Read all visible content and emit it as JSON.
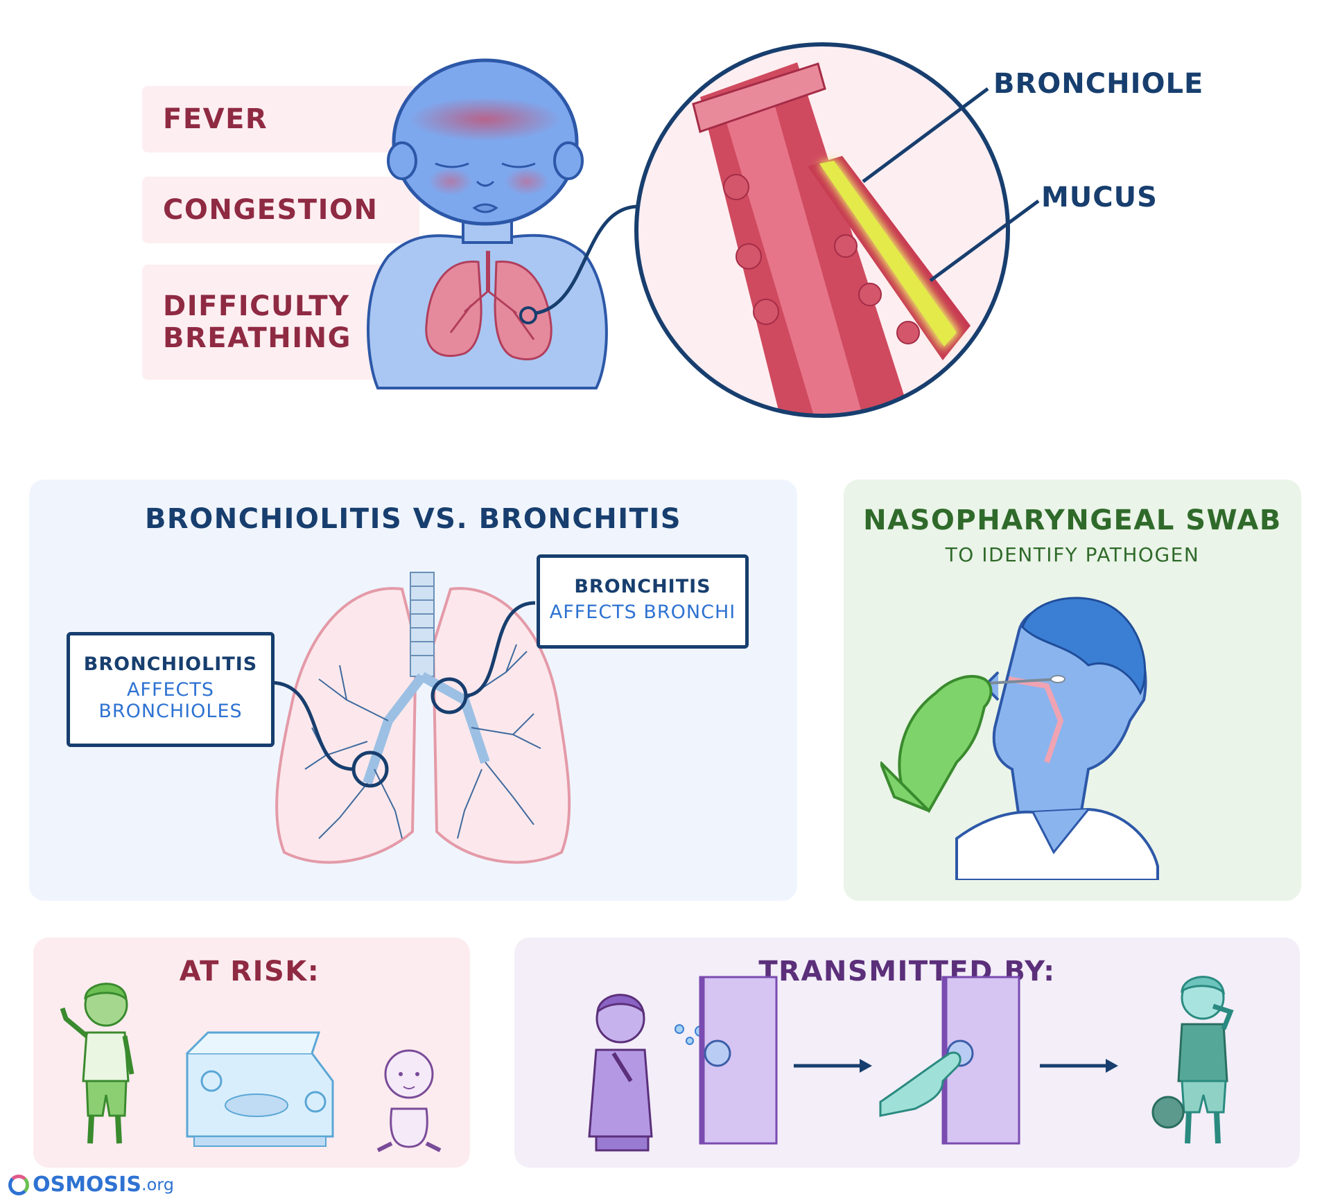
{
  "symptoms": {
    "fever": "FEVER",
    "congestion": "CONGESTION",
    "difficulty_line1": "DIFFICULTY",
    "difficulty_line2": "BREATHING"
  },
  "zoom_labels": {
    "bronchiole": "BRONCHIOLE",
    "mucus": "MUCUS"
  },
  "comparison_panel": {
    "title": "BRONCHIOLITIS VS. BRONCHITIS",
    "bronchiolitis": {
      "name": "BRONCHIOLITIS",
      "line1": "AFFECTS",
      "line2": "BRONCHIOLES"
    },
    "bronchitis": {
      "name": "BRONCHITIS",
      "line1": "AFFECTS BRONCHI"
    }
  },
  "swab_panel": {
    "title": "NASOPHARYNGEAL SWAB",
    "subtitle": "TO IDENTIFY PATHOGEN"
  },
  "risk_panel": {
    "title": "AT RISK:"
  },
  "transmission_panel": {
    "title": "TRANSMITTED BY:"
  },
  "logo": {
    "brand": "OSMOSIS",
    "suffix": ".org"
  },
  "colors": {
    "symptom_text": "#8f2a43",
    "navy": "#173e6e",
    "blue_text": "#2e72d2",
    "swab_title": "#2f6a2a",
    "risk_title": "#8f2a43",
    "transmission_title": "#5b2f7a"
  }
}
